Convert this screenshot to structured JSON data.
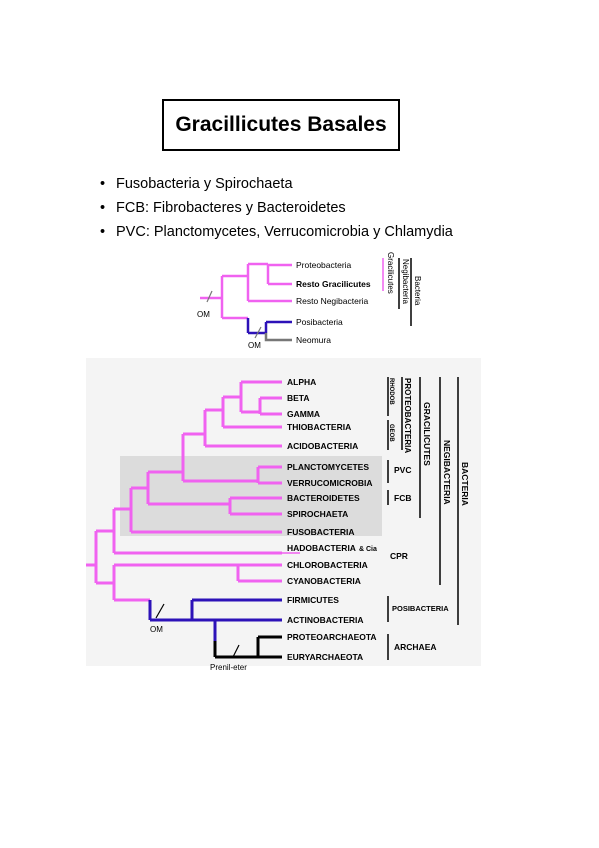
{
  "title": "Gracillicutes Basales",
  "bullets": [
    "Fusobacteria y Spirochaeta",
    "FCB: Fibrobacteres y Bacteroidetes",
    "PVC: Planctomycetes, Verrucomicrobia y Chlamydia"
  ],
  "colors": {
    "pink": "#f062f0",
    "blue": "#2d12b8",
    "gray": "#777777",
    "black": "#000000",
    "shade": "#dcdcdc"
  },
  "tree1": {
    "leaves": [
      "Proteobacteria",
      "Resto Gracilicutes",
      "Resto Negibacteria",
      "Posibacteria",
      "Neomura"
    ],
    "marks": [
      "OM",
      "OM"
    ],
    "brackets": [
      "Gracilicutes",
      "Negibacteria",
      "Bacteria"
    ]
  },
  "tree2": {
    "leaves": [
      "ALPHA",
      "BETA",
      "GAMMA",
      "THIOBACTERIA",
      "ACIDOBACTERIA",
      "PLANCTOMYCETES",
      "VERRUCOMICROBIA",
      "BACTEROIDETES",
      "SPIROCHAETA",
      "FUSOBACTERIA",
      "HADOBACTERIA",
      "CHLOROBACTERIA",
      "CYANOBACTERIA",
      "FIRMICUTES",
      "ACTINOBACTERIA",
      "PROTEOARCHAEOTA",
      "EURYARCHAEOTA"
    ],
    "hado_suffix": "& Cia",
    "marks": [
      "OM",
      "Prenil-eter"
    ],
    "groups": [
      "PVC",
      "FCB",
      "CPR",
      "POSIBACTERIA",
      "ARCHAEA"
    ],
    "vertical_groups": [
      "RHODOB",
      "GEOB",
      "PROTEOBACTERIA",
      "GRACILICUTES",
      "NEGIBACTERIA",
      "BACTERIA"
    ]
  }
}
